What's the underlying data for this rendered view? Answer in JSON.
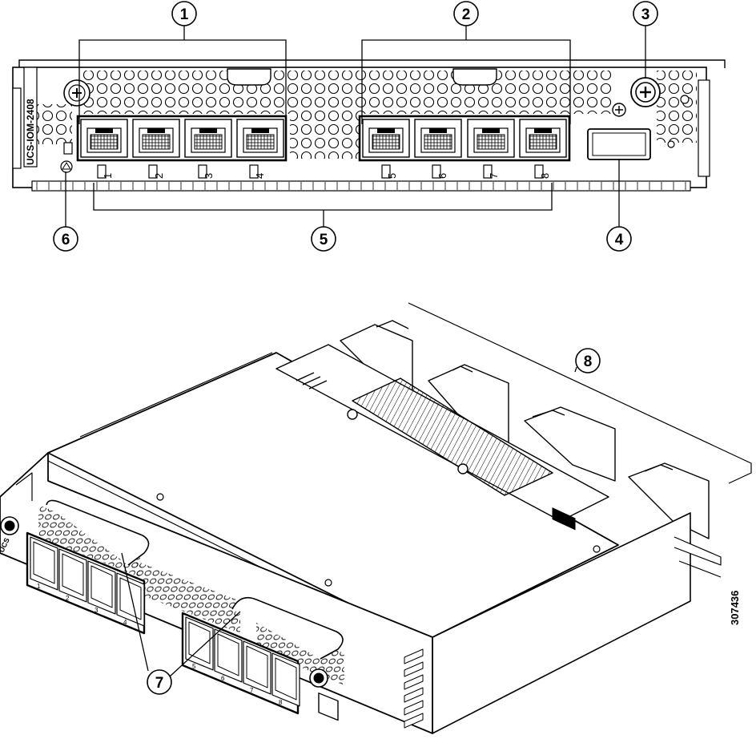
{
  "model_label": "UCS-IOM-2408",
  "port_labels": [
    "1",
    "2",
    "3",
    "4",
    "5",
    "6",
    "7",
    "8"
  ],
  "callouts": {
    "c1": "1",
    "c2": "2",
    "c3": "3",
    "c4": "4",
    "c5": "5",
    "c6": "6",
    "c7": "7",
    "c8": "8"
  },
  "figure_id": "307436",
  "iso_port_labels": [
    "1",
    "2",
    "3",
    "4",
    "5",
    "6",
    "7",
    "8"
  ],
  "iso_model_fragment": "UCS"
}
